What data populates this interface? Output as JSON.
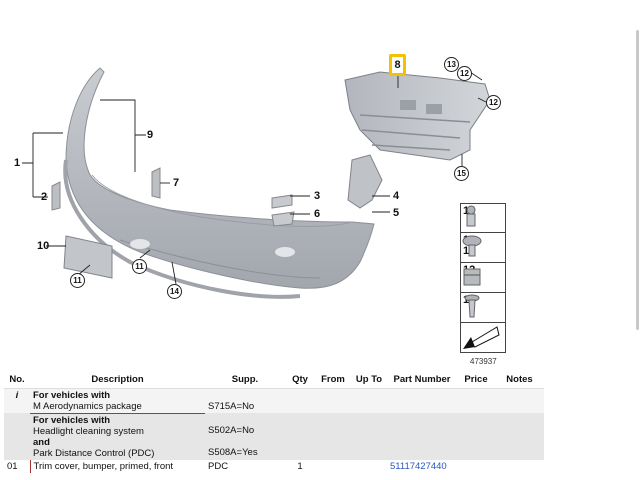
{
  "diagram": {
    "callouts": {
      "c1": "1",
      "c2": "2",
      "c3": "3",
      "c4": "4",
      "c5": "5",
      "c6": "6",
      "c7": "7",
      "c8": "8",
      "c9": "9",
      "c10": "10",
      "c11a": "11",
      "c11b": "11",
      "c12a": "12",
      "c12b": "12",
      "c13": "13",
      "c14": "14",
      "c15": "15"
    },
    "legend": [
      "15",
      "13\n14",
      "12",
      "11",
      ""
    ],
    "figure_number": "473937"
  },
  "table": {
    "headers": [
      "No.",
      "Description",
      "Supp.",
      "Qty",
      "From",
      "Up To",
      "Part Number",
      "Price",
      "Notes"
    ],
    "rows": [
      {
        "no": "i",
        "title": "For vehicles with",
        "lines": [
          "M Aerodynamics package"
        ],
        "supp": [
          "S715A=No"
        ]
      },
      {
        "no": "",
        "title": "For vehicles with",
        "lines": [
          "Headlight cleaning system",
          "and",
          "Park Distance Control (PDC)"
        ],
        "supp": [
          "S502A=No",
          "S508A=Yes"
        ]
      },
      {
        "no": "01",
        "desc": "Trim cover, bumper, primed, front",
        "supp": "PDC",
        "qty": "1",
        "part": "51117427440"
      }
    ]
  }
}
